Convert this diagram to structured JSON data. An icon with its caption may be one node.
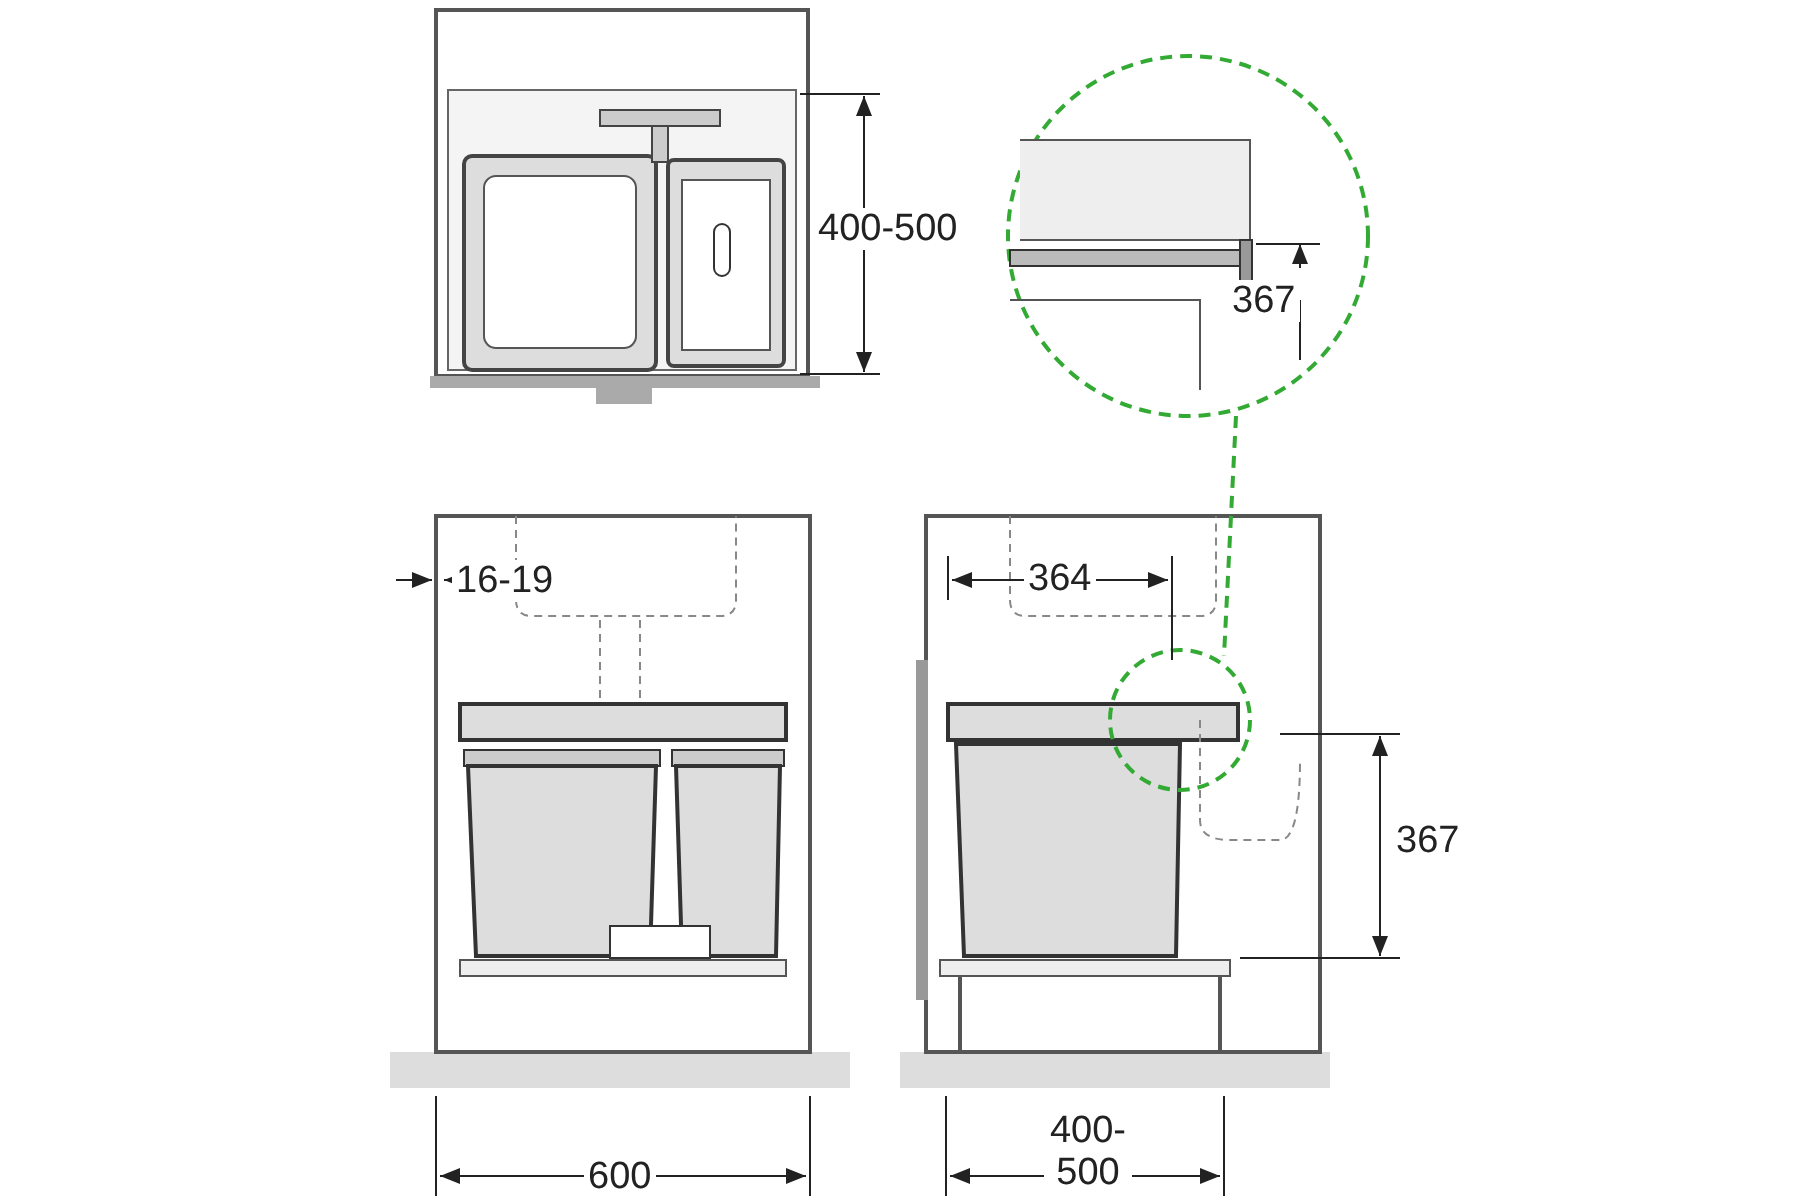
{
  "diagram": {
    "labels": [
      "400-500",
      "367",
      "16-19",
      "364",
      "367",
      "600",
      "400- 500"
    ]
  }
}
